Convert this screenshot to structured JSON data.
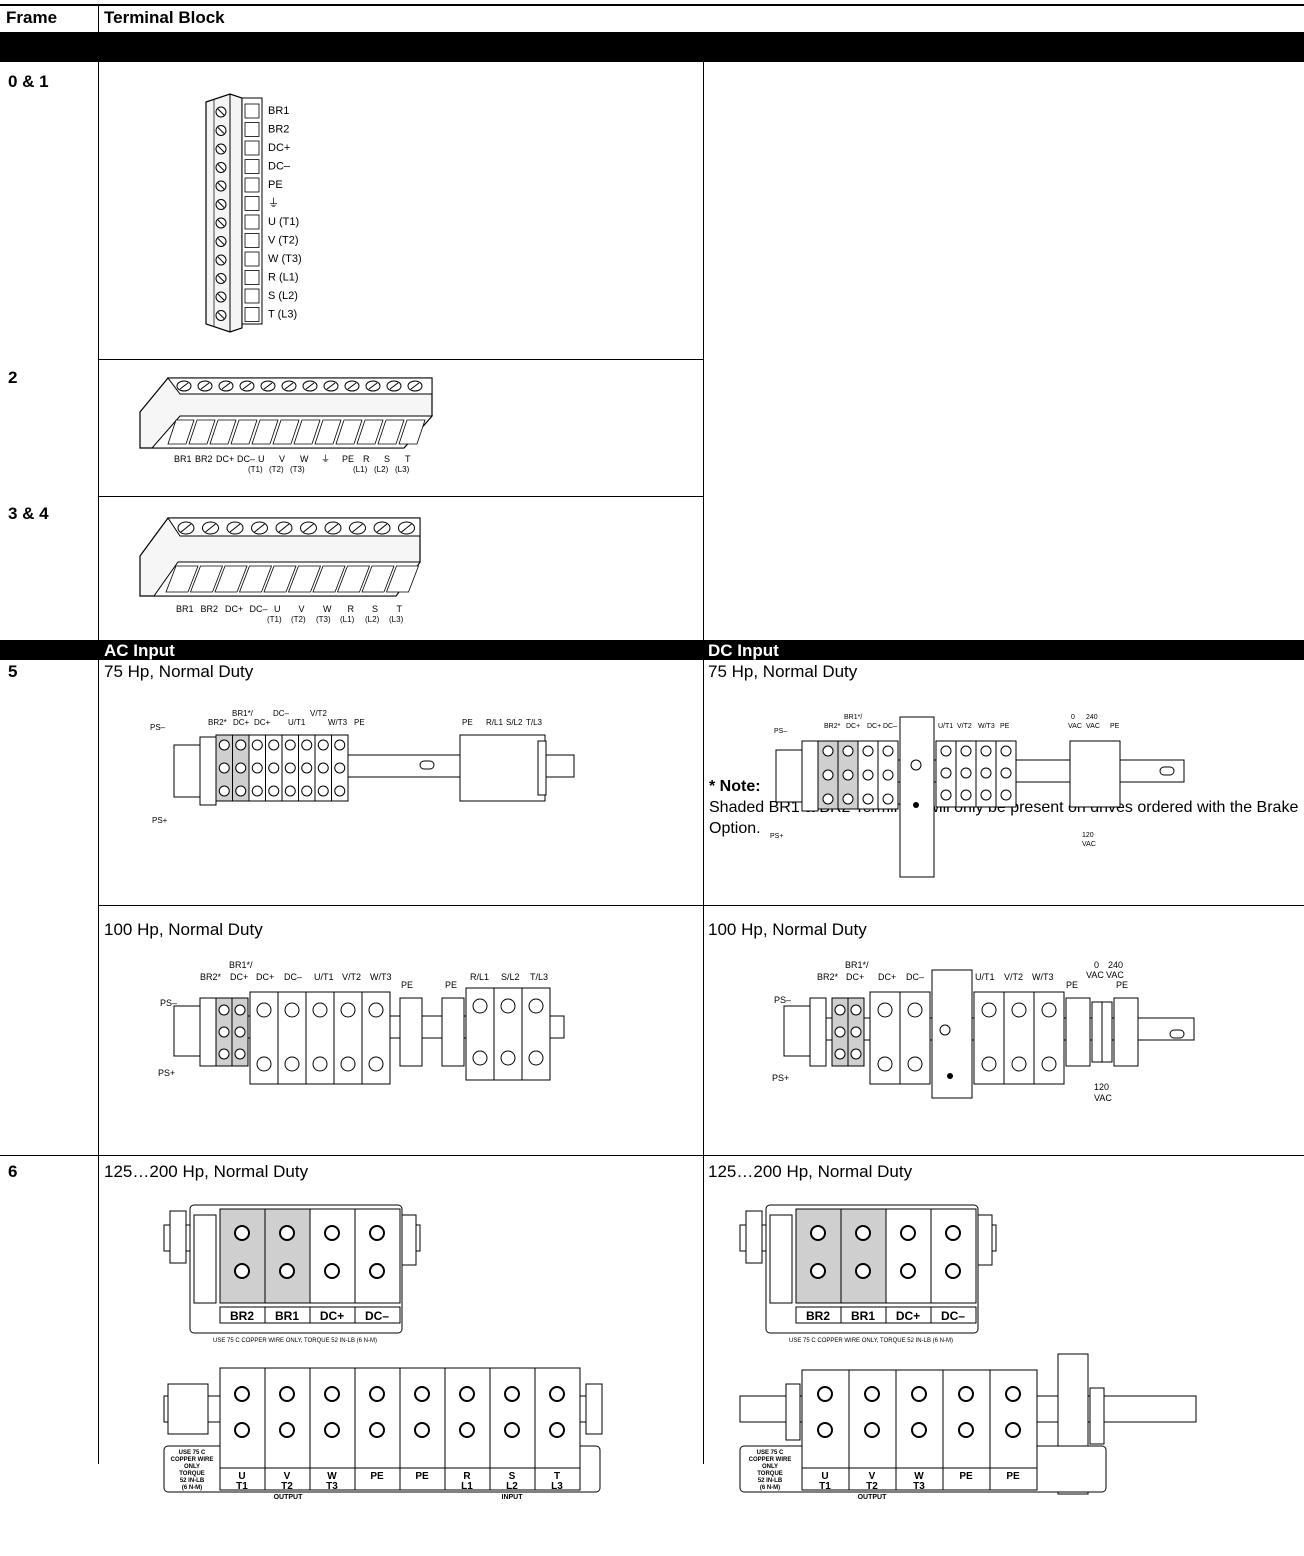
{
  "table": {
    "col_frame": "Frame",
    "col_terminal": "Terminal Block",
    "sub_ac": "AC Input",
    "sub_dc": "DC Input"
  },
  "frames": [
    "0 & 1",
    "2",
    "3 & 4",
    "5",
    "6"
  ],
  "frame01_labels": [
    "BR1",
    "BR2",
    "DC+",
    "DC–",
    "PE",
    "⏚",
    "U (T1)",
    "V (T2)",
    "W (T3)",
    "R (L1)",
    "S (L2)",
    "T (L3)"
  ],
  "frame2_labels": {
    "top": [
      "BR1",
      "BR2",
      "DC+",
      "DC–",
      "U",
      "V",
      "W",
      "⏚",
      "PE",
      "R",
      "S",
      "T"
    ],
    "bottom": [
      "(T1)",
      "(T2)",
      "(T3)",
      "(L1)",
      "(L2)",
      "(L3)"
    ]
  },
  "frame34_labels": {
    "top": [
      "BR1",
      "BR2",
      "DC+",
      "DC–",
      "U",
      "V",
      "W",
      "R",
      "S",
      "T"
    ],
    "bottom": [
      "(T1)",
      "(T2)",
      "(T3)",
      "(L1)",
      "(L2)",
      "(L3)"
    ]
  },
  "note": {
    "title": "* Note:",
    "text": "Shaded BR1 & BR2 Terminals will only be present on drives ordered with the Brake Option."
  },
  "rows": {
    "r5a_ac": "75 Hp, Normal Duty",
    "r5a_dc": "75 Hp, Normal Duty",
    "r5b_ac": "100 Hp, Normal Duty",
    "r5b_dc": "100 Hp, Normal Duty",
    "r6_ac": "125…200 Hp, Normal Duty",
    "r6_dc": "125…200 Hp, Normal Duty"
  },
  "d75ac": {
    "ps_minus": "PS–",
    "ps_plus": "PS+",
    "br1": "BR1*/",
    "br2": "BR2*",
    "dcplus": "DC+",
    "dcplus2": "DC+",
    "dcminus": "DC–",
    "ut1": "U/T1",
    "vt2": "V/T2",
    "wt3": "W/T3",
    "pe": "PE",
    "pe2": "PE",
    "rl1": "R/L1",
    "sl2": "S/L2",
    "tl3": "T/L3"
  },
  "d75dc": {
    "ps_minus": "PS–",
    "ps_plus": "PS+",
    "br1": "BR1*/",
    "br2": "BR2*",
    "dcplus": "DC+",
    "dcplus2": "DC+",
    "dcminus": "DC–",
    "ut1": "U/T1",
    "vt2": "V/T2",
    "wt3": "W/T3",
    "pe": "PE",
    "pe2": "PE",
    "v0": "0",
    "v240": "240",
    "vac1": "VAC",
    "vac2": "VAC",
    "v120": "120",
    "vac3": "VAC"
  },
  "d100ac": {
    "ps_minus": "PS–",
    "ps_plus": "PS+",
    "br1": "BR1*/",
    "br2": "BR2*",
    "dcplus": "DC+",
    "dcplus2": "DC+",
    "dcminus": "DC–",
    "ut1": "U/T1",
    "vt2": "V/T2",
    "wt3": "W/T3",
    "pe": "PE",
    "pe2": "PE",
    "rl1": "R/L1",
    "sl2": "S/L2",
    "tl3": "T/L3"
  },
  "d100dc": {
    "ps_minus": "PS–",
    "ps_plus": "PS+",
    "br1": "BR1*/",
    "br2": "BR2*",
    "dcplus": "DC+",
    "dcplus2": "DC+",
    "dcminus": "DC–",
    "ut1": "U/T1",
    "vt2": "V/T2",
    "wt3": "W/T3",
    "pe": "PE",
    "pe2": "PE",
    "v0": "0",
    "v240": "240",
    "vac1": "VAC",
    "vac2": "VAC",
    "v120": "120",
    "vac3": "VAC"
  },
  "f6": {
    "top_labels": [
      "BR2",
      "BR1",
      "DC+",
      "DC–"
    ],
    "top_note": "USE 75 C COPPER WIRE ONLY, TORQUE 52 IN-LB (6 N-M)",
    "side_note": [
      "USE 75 C",
      "COPPER WIRE",
      "ONLY",
      "TORQUE",
      "52 IN-LB",
      "(6 N-M)"
    ],
    "bottom_ac_top": [
      "U",
      "V",
      "W",
      "PE",
      "PE",
      "R",
      "S",
      "T"
    ],
    "bottom_ac_sub": [
      "T1",
      "T2",
      "T3",
      "",
      "",
      "L1",
      "L2",
      "L3"
    ],
    "output": "OUTPUT",
    "input": "INPUT",
    "bottom_dc_top": [
      "U",
      "V",
      "W",
      "PE",
      "PE"
    ],
    "bottom_dc_sub": [
      "T1",
      "T2",
      "T3",
      "",
      ""
    ]
  }
}
